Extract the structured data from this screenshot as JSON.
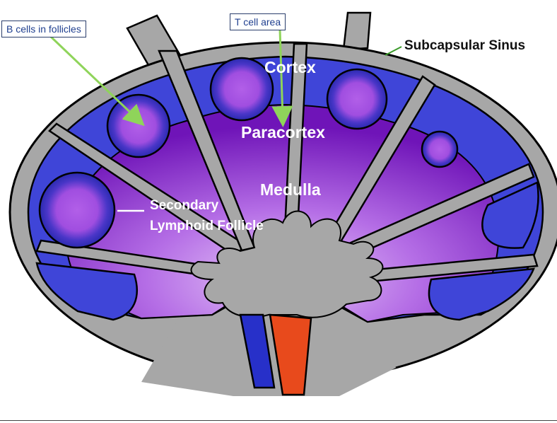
{
  "callouts": {
    "b_cells": "B cells in follicles",
    "t_cell_area": "T cell area"
  },
  "regions": {
    "subcapsular_sinus": "Subcapsular Sinus",
    "cortex": "Cortex",
    "paracortex": "Paracortex",
    "medulla": "Medulla",
    "secondary_follicle_line1": "Secondary",
    "secondary_follicle_line2": "Lymphoid Follicle"
  },
  "colors": {
    "capsule": "#a7a7a7",
    "cortex": "#3f45d8",
    "paracortex_dark": "#7a1fc4",
    "paracortex_light": "#c69af0",
    "follicle_center": "#a64fe0",
    "vein": "#2730c9",
    "artery": "#e84a1c",
    "arrow": "#8fd45a"
  }
}
